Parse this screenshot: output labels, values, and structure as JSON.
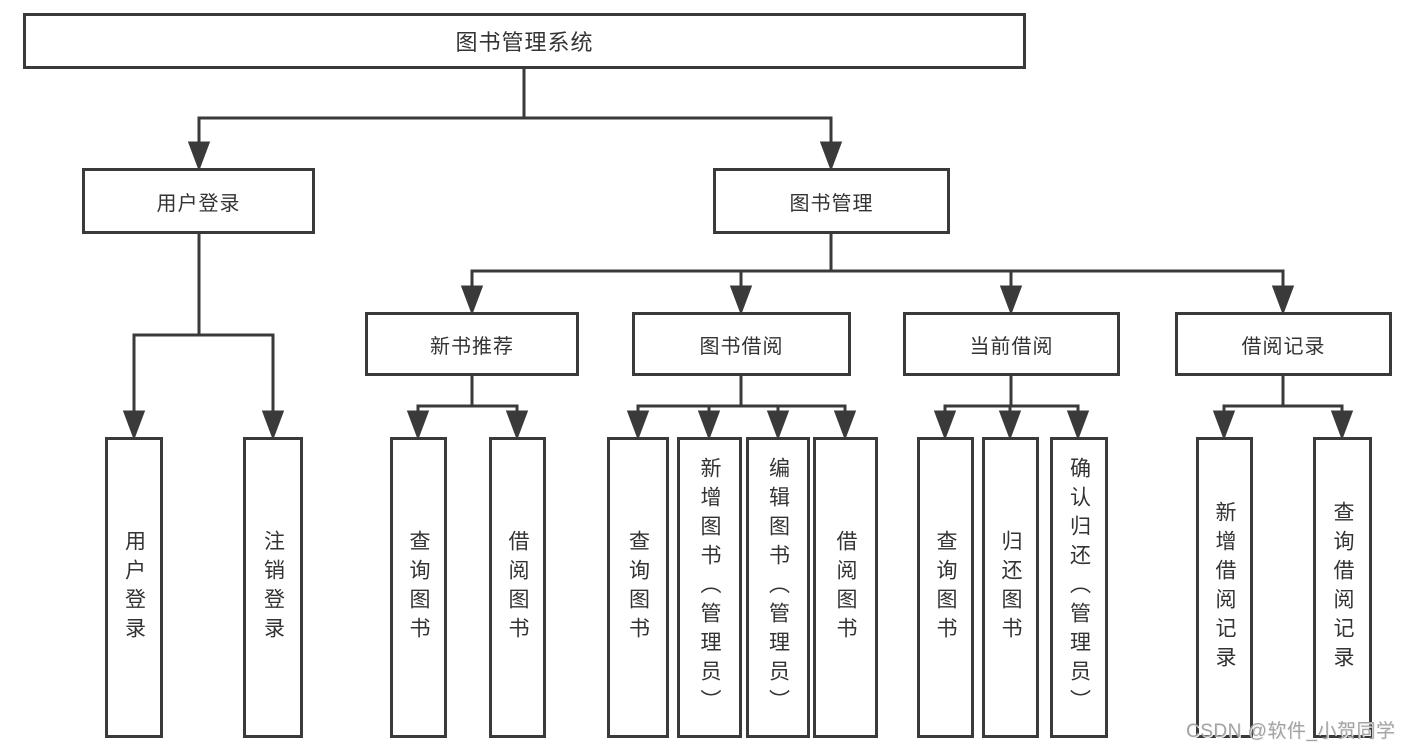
{
  "diagram_type": "hierarchy-tree",
  "colors": {
    "background": "#ffffff",
    "line": "#3a3a3a",
    "box_border": "#3a3a3a",
    "text": "#333333",
    "watermark": "#a3a3a3"
  },
  "tree": {
    "root": "图书管理系统",
    "children": [
      {
        "label": "用户登录",
        "children": [
          {
            "label": "用户登录"
          },
          {
            "label": "注销登录"
          }
        ]
      },
      {
        "label": "图书管理",
        "children": [
          {
            "label": "新书推荐",
            "children": [
              {
                "label": "查询图书"
              },
              {
                "label": "借阅图书"
              }
            ]
          },
          {
            "label": "图书借阅",
            "children": [
              {
                "label": "查询图书"
              },
              {
                "label": "新增图书（管理员）"
              },
              {
                "label": "编辑图书（管理员）"
              },
              {
                "label": "借阅图书"
              }
            ]
          },
          {
            "label": "当前借阅",
            "children": [
              {
                "label": "查询图书"
              },
              {
                "label": "归还图书"
              },
              {
                "label": "确认归还（管理员）"
              }
            ]
          },
          {
            "label": "借阅记录",
            "children": [
              {
                "label": "新增借阅记录"
              },
              {
                "label": "查询借阅记录"
              }
            ]
          }
        ]
      }
    ]
  },
  "watermark": {
    "text": "CSDN @软件_小贺同学"
  }
}
